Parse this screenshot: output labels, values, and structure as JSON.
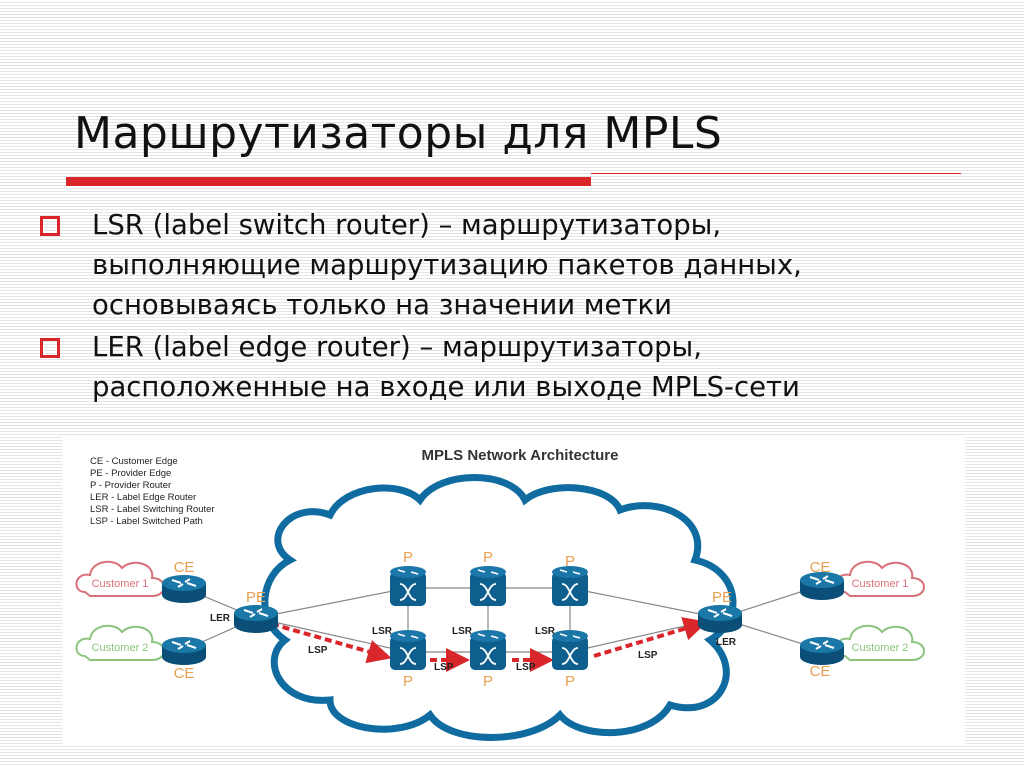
{
  "slide": {
    "title": "Маршрутизаторы для MPLS",
    "bullets": [
      {
        "lines": [
          "LSR (label switch router) – маршрутизаторы,",
          "выполняющие маршрутизацию пакетов данных,",
          "основываясь только на значении метки"
        ]
      },
      {
        "lines": [
          "LER (label edge router) – маршрутизаторы,",
          "расположенные на входе или выходе MPLS-сети"
        ]
      }
    ]
  },
  "diagram": {
    "title": "MPLS Network Architecture",
    "legend": [
      "CE - Customer Edge",
      "PE - Provider Edge",
      "P - Provider Router",
      "LER - Label Edge Router",
      "LSR - Label Switching Router",
      "LSP - Label Switched Path"
    ],
    "labels": {
      "customer1": "Customer 1",
      "customer2": "Customer 2",
      "ce": "CE",
      "pe": "PE",
      "p": "P",
      "ler": "LER",
      "lsr": "LSR",
      "lsp": "LSP"
    },
    "colors": {
      "accent": "#d9262a",
      "router": "#0e5f8e",
      "cloud": "#0f6ba0",
      "customer1": "#d8707a",
      "customer2": "#8cc47e",
      "label": "#e8a050"
    }
  }
}
